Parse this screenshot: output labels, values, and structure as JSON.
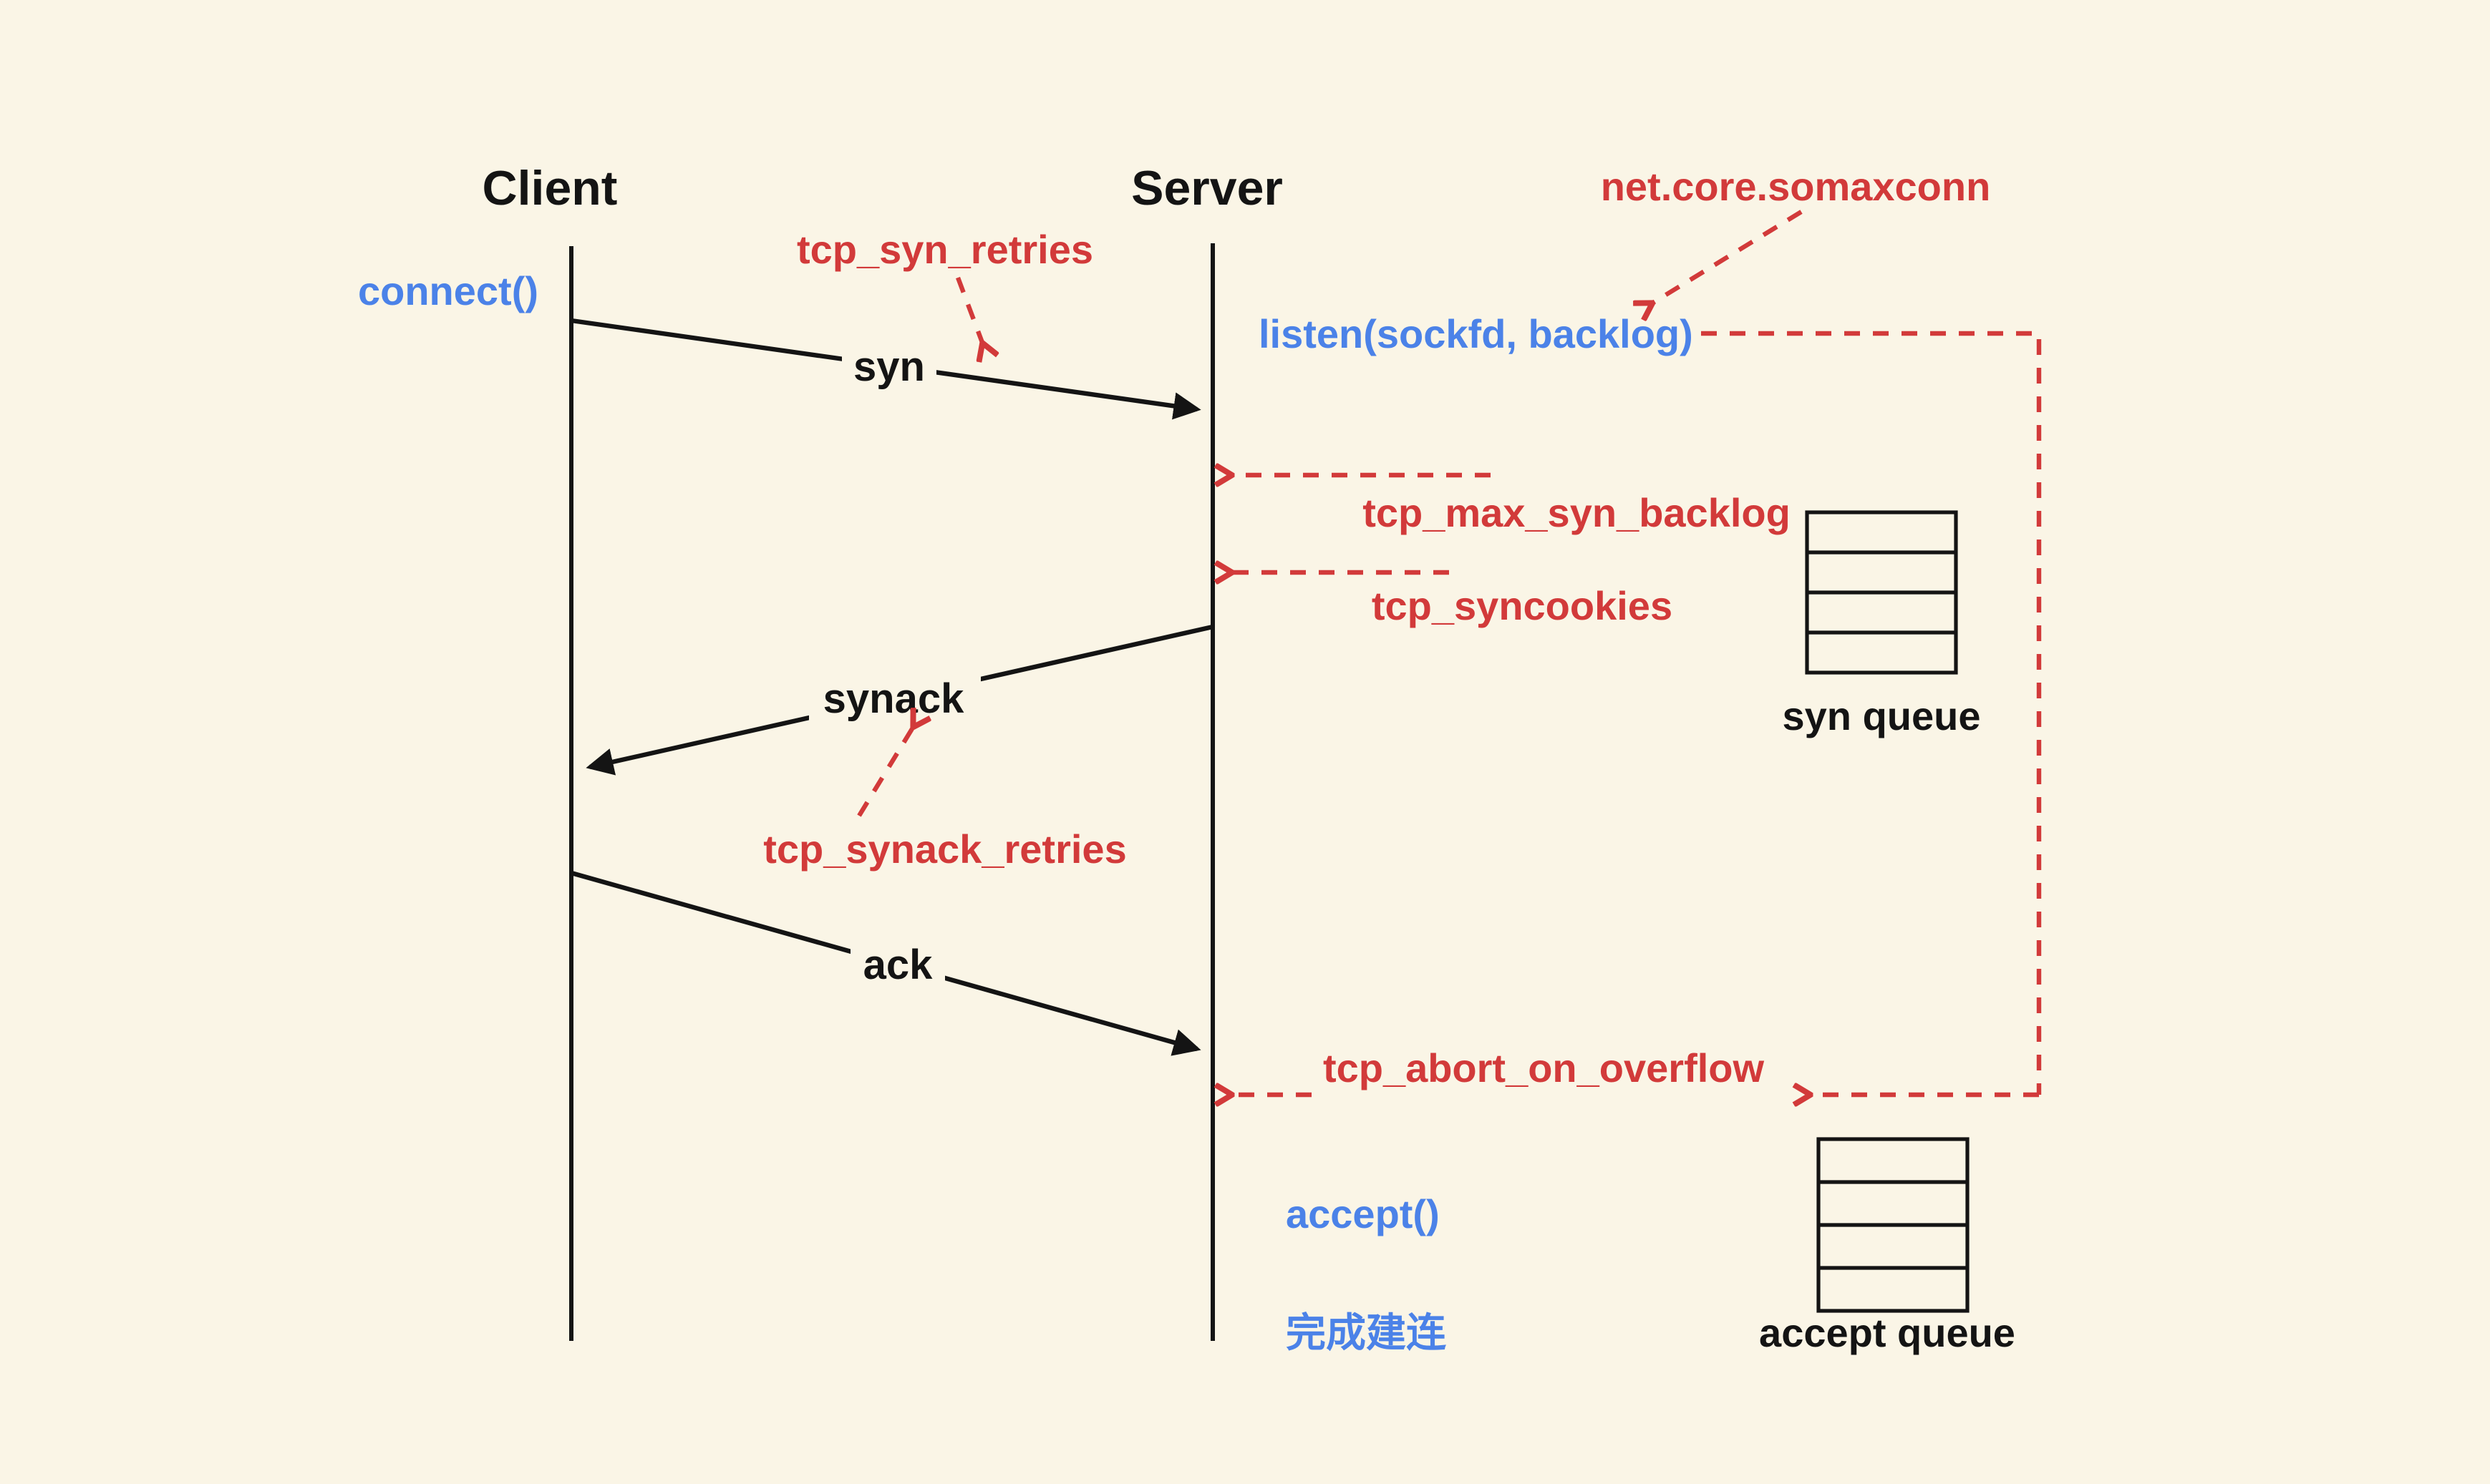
{
  "diagram": {
    "title_left": "Client",
    "title_right": "Server",
    "background_color": "#faf5e6",
    "ink_color": "#141414",
    "accent_red": "#d23a3a",
    "accent_blue": "#4b82e8"
  },
  "client_events": {
    "connect": "connect()"
  },
  "server_events": {
    "listen": "listen(sockfd, backlog)",
    "accept": "accept()",
    "established": "完成建连"
  },
  "messages": {
    "syn": "syn",
    "synack": "synack",
    "ack": "ack"
  },
  "kernel_params": {
    "tcp_syn_retries": "tcp_syn_retries",
    "net_core_somaxconn": "net.core.somaxconn",
    "tcp_max_syn_backlog": "tcp_max_syn_backlog",
    "tcp_syncookies": "tcp_syncookies",
    "tcp_synack_retries": "tcp_synack_retries",
    "tcp_abort_on_overflow": "tcp_abort_on_overflow"
  },
  "queues": {
    "syn_queue": {
      "label": "syn queue",
      "slots": 4
    },
    "accept_queue": {
      "label": "accept queue",
      "slots": 4
    }
  }
}
